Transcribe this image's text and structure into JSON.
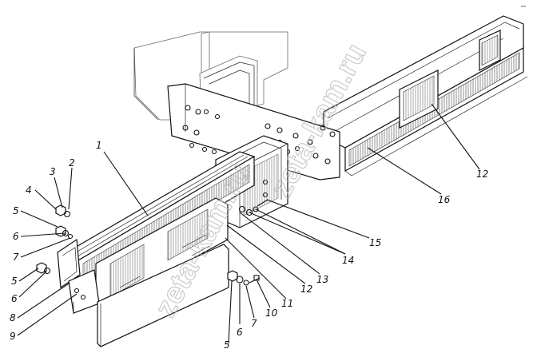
{
  "diagram": {
    "watermark": "zeta-kam.ru",
    "callouts": [
      "1",
      "2",
      "3",
      "4",
      "5",
      "6",
      "7",
      "5",
      "6",
      "8",
      "9",
      "5",
      "6",
      "7",
      "10",
      "11",
      "12",
      "13",
      "14",
      "15",
      "16",
      "12"
    ]
  }
}
